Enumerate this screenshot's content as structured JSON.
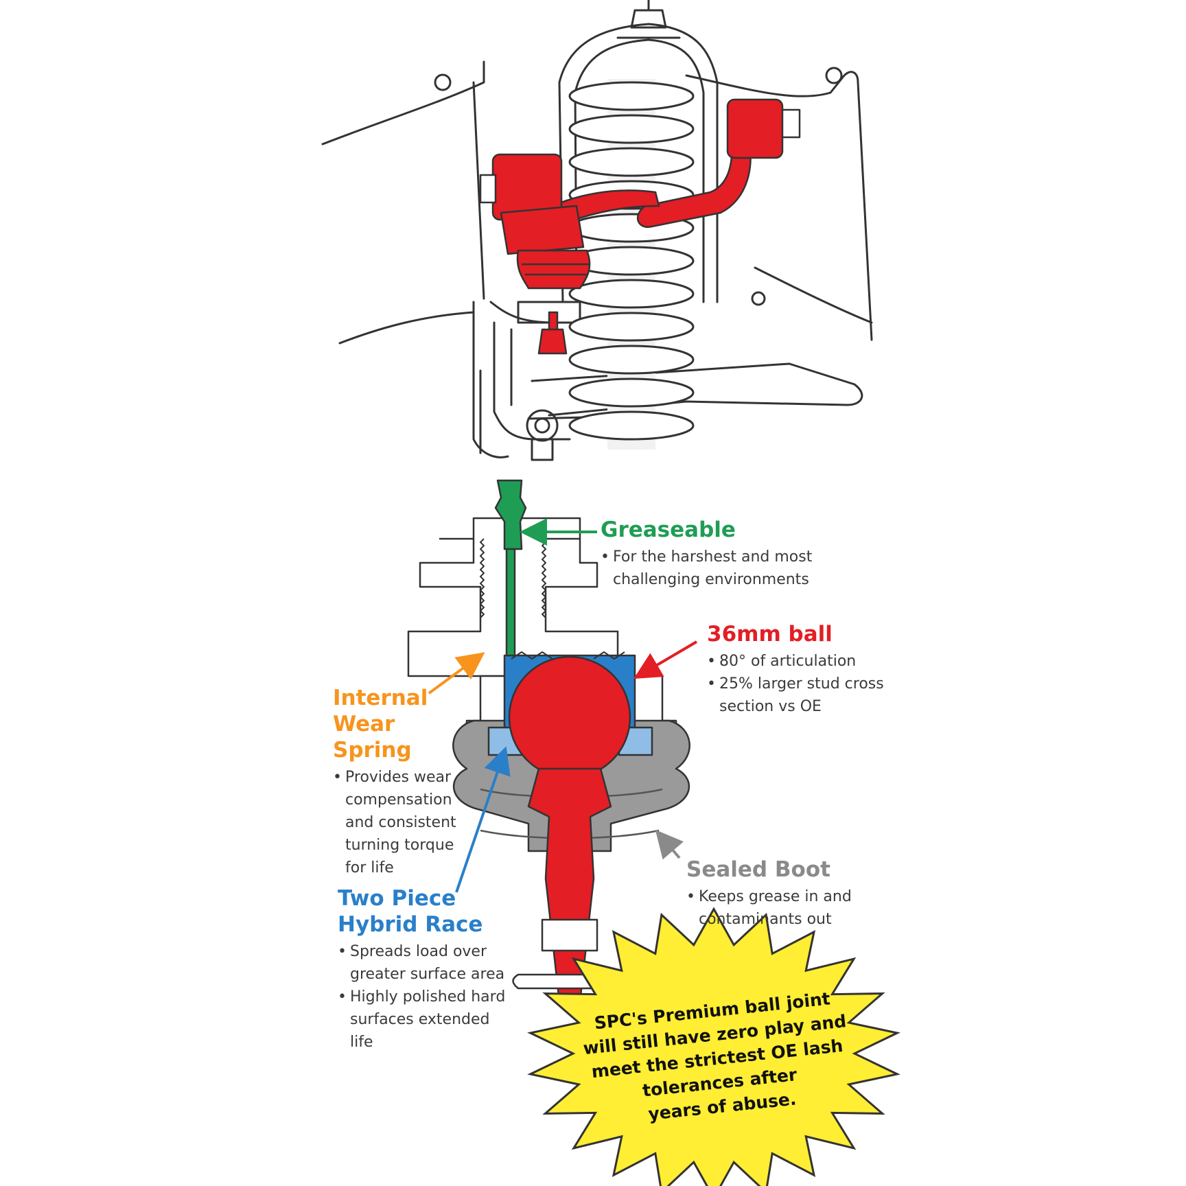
{
  "colors": {
    "red": "#e31e24",
    "green": "#1f9d55",
    "orange": "#f7941d",
    "blue": "#2a7fc9",
    "race_blue": "#8fbde6",
    "gray": "#8a8a8a",
    "boot": "#9a9a9a",
    "burst": "#ffee33",
    "line": "#333333"
  },
  "callouts": {
    "greaseable": {
      "title": "Greaseable",
      "bullets": [
        "For the harshest and most challenging environments"
      ]
    },
    "ball": {
      "title": "36mm ball",
      "bullets": [
        "80° of articulation",
        "25% larger stud cross section vs OE"
      ]
    },
    "wear_spring": {
      "title_lines": [
        "Internal",
        "Wear",
        "Spring"
      ],
      "bullets": [
        "Provides wear compensation and consistent turning torque for life"
      ]
    },
    "boot": {
      "title": "Sealed Boot",
      "bullets": [
        "Keeps grease in and contaminants out"
      ]
    },
    "race": {
      "title_lines": [
        "Two Piece",
        "Hybrid Race"
      ],
      "bullets": [
        "Spreads load over greater surface area",
        "Highly polished hard surfaces extended life"
      ]
    }
  },
  "burst": {
    "lines": [
      "SPC's Premium ball joint",
      "will still have zero play and",
      "meet the strictest OE lash",
      "tolerances after",
      "years of abuse."
    ]
  }
}
